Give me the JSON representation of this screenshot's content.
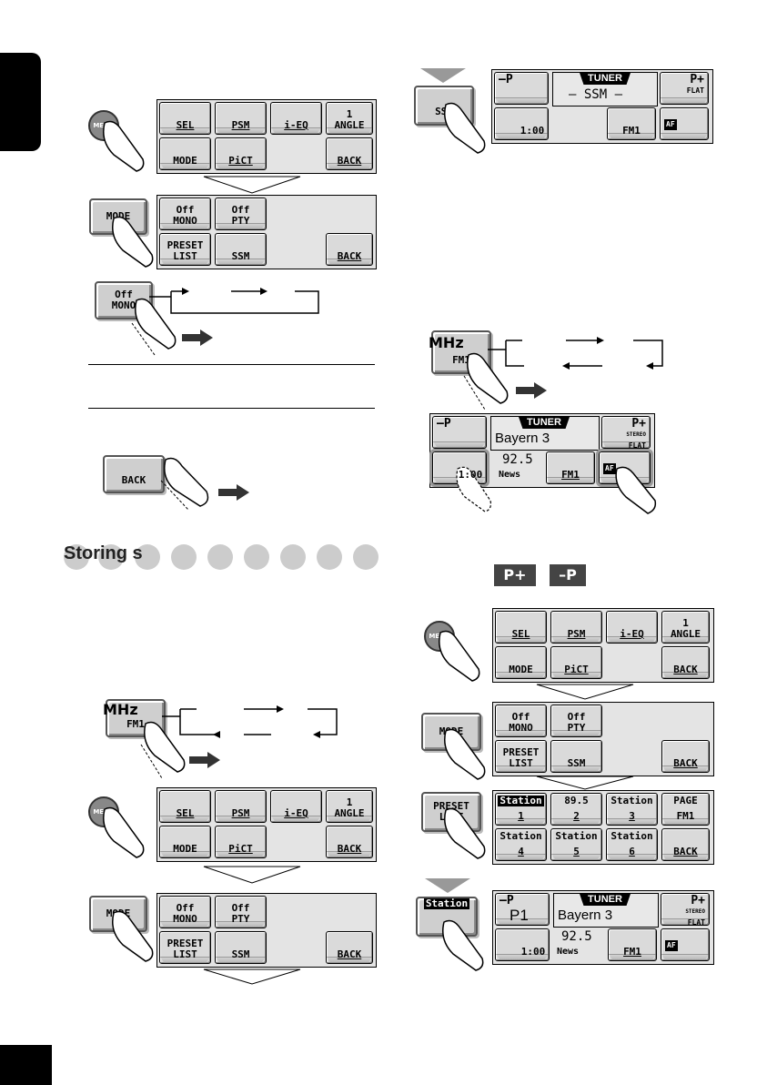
{
  "menu_label": "MENU",
  "main_menu": {
    "sel": "SEL",
    "psm": "PSM",
    "ieq": "i-EQ",
    "angle_num": "1",
    "angle": "ANGLE",
    "mode": "MODE",
    "pict": "PiCT",
    "back": "BACK"
  },
  "mode_menu": {
    "mono_off": "Off",
    "mono": "MONO",
    "pty_off": "Off",
    "pty": "PTY",
    "preset": "PRESET",
    "list": "LIST",
    "ssm": "SSM",
    "back": "BACK"
  },
  "ssm_panel": {
    "p_minus": "–P",
    "tuner": "TUNER",
    "ssm_text": "– SSM –",
    "p_plus": "P+",
    "flat": "FLAT",
    "clock": "1:00",
    "band": "FM1",
    "af": "AF"
  },
  "tuner_panel": {
    "station_name": "Bayern 3",
    "frequency": "92.5",
    "pty": "News",
    "mhz": "MHz",
    "stereo": "STEREO",
    "preset_num": "P1"
  },
  "heading": "Storing s",
  "inline_icons": {
    "p_plus": "P+",
    "p_minus": "–P"
  },
  "preset_list": {
    "s1_label": "Station",
    "s1_num": "1",
    "s2_freq": "89.5",
    "s2_num": "2",
    "s3_label": "Station",
    "s3_num": "3",
    "page": "PAGE",
    "page_band": "FM1",
    "s4_label": "Station",
    "s4_num": "4",
    "s5_label": "Station",
    "s5_num": "5",
    "s6_label": "Station",
    "s6_num": "6",
    "back": "BACK"
  }
}
